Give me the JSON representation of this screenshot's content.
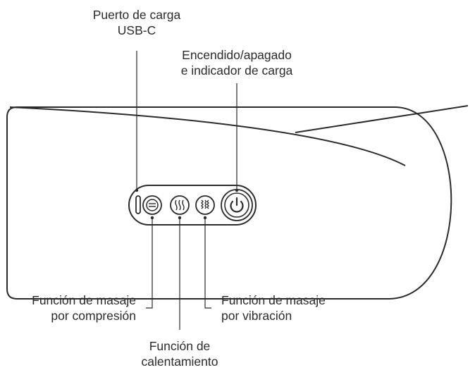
{
  "labels": {
    "usb_port": {
      "line1": "Puerto de carga",
      "line2": "USB-C"
    },
    "power": {
      "line1": "Encendido/apagado",
      "line2": "e indicador de carga"
    },
    "compression": {
      "line1": "Función de masaje",
      "line2": "por compresión"
    },
    "vibration": {
      "line1": "Función de masaje",
      "line2": "por vibración"
    },
    "heating": {
      "line1": "Función de",
      "line2": "calentamiento"
    }
  },
  "colors": {
    "stroke": "#2b2b2b",
    "background": "#ffffff"
  },
  "icons": [
    "usb-port-icon",
    "compression-icon",
    "heat-icon",
    "vibration-icon",
    "power-icon"
  ]
}
